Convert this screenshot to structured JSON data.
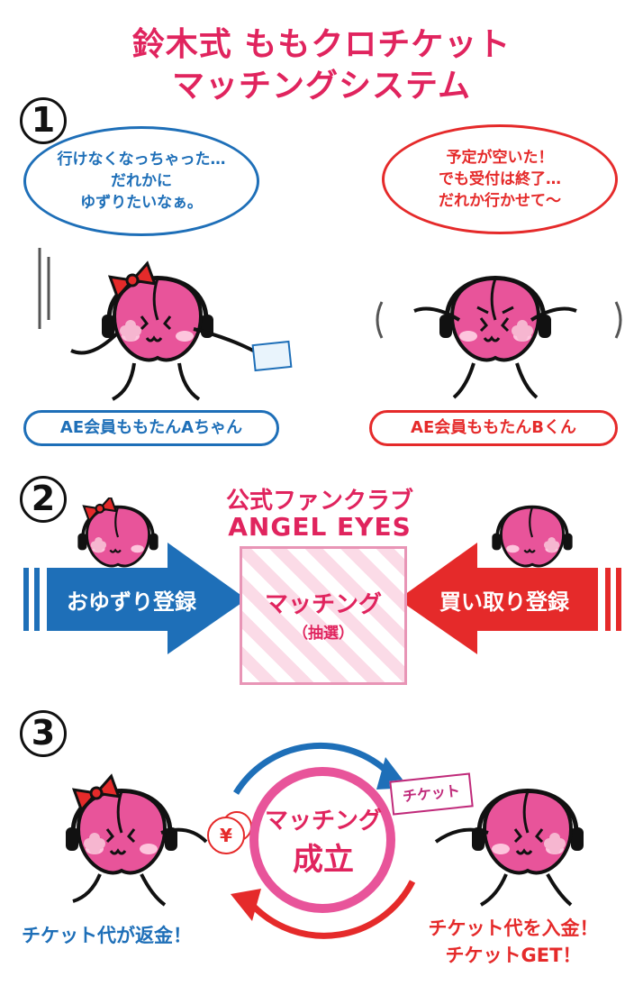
{
  "title": {
    "line1": "鈴木式 ももクロチケット",
    "line2": "マッチングシステム"
  },
  "steps": {
    "s1": "1",
    "s2": "2",
    "s3": "3"
  },
  "section1": {
    "bubble_left": [
      "行けなくなっちゃった…",
      "だれかに",
      "ゆずりたいなぁ。"
    ],
    "bubble_right": [
      "予定が空いた！",
      "でも受付は終了…",
      "だれか行かせて〜"
    ],
    "label_left": "AE会員ももたんAちゃん",
    "label_right": "AE会員ももたんBくん"
  },
  "section2": {
    "club_line1": "公式ファンクラブ",
    "club_line2": "ANGEL EYES",
    "arrow_left": "おゆずり登録",
    "arrow_right": "買い取り登録",
    "match_label": "マッチング",
    "match_sub": "（抽選）"
  },
  "section3": {
    "center_line1": "マッチング",
    "center_line2": "成立",
    "ticket_label": "チケット",
    "yen_symbol": "¥",
    "caption_left": "チケット代が返金！",
    "caption_right_line1": "チケット代を入金！",
    "caption_right_line2": "チケットGET！"
  },
  "colors": {
    "brand_pink": "#e0245e",
    "blue": "#1e6fb8",
    "red": "#e52a2a",
    "character_pink": "#e8549a"
  }
}
